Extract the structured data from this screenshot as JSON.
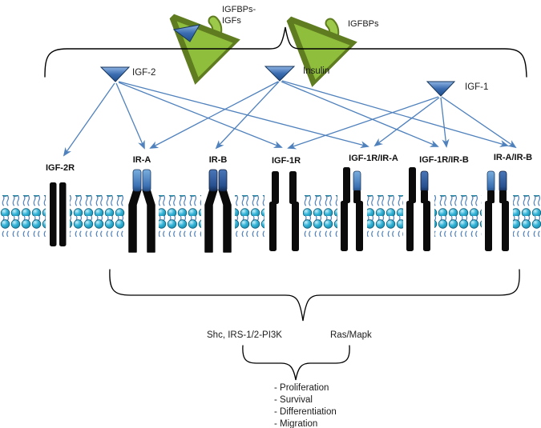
{
  "top_icons": {
    "bound_complex_label_line1": "IGFBPs-",
    "bound_complex_label_line2": "IGFs",
    "free_label": "IGFBPs"
  },
  "ligands": [
    {
      "label": "IGF-2"
    },
    {
      "label": "Insulin"
    },
    {
      "label": "IGF-1"
    }
  ],
  "receptors": [
    {
      "label": "IGF-2R"
    },
    {
      "label": "IR-A"
    },
    {
      "label": "IR-B"
    },
    {
      "label": "IGF-1R"
    },
    {
      "label": "IGF-1R/IR-A"
    },
    {
      "label": "IGF-1R/IR-B"
    },
    {
      "label": "IR-A/IR-B"
    }
  ],
  "interactions": [
    {
      "from": "IGF-2",
      "to": "IGF-2R"
    },
    {
      "from": "IGF-2",
      "to": "IR-A"
    },
    {
      "from": "IGF-2",
      "to": "IGF-1R"
    },
    {
      "from": "IGF-2",
      "to": "IGF-1R/IR-A"
    },
    {
      "from": "Insulin",
      "to": "IR-A"
    },
    {
      "from": "Insulin",
      "to": "IR-B"
    },
    {
      "from": "Insulin",
      "to": "IGF-1R/IR-B"
    },
    {
      "from": "Insulin",
      "to": "IR-A/IR-B"
    },
    {
      "from": "IGF-1",
      "to": "IGF-1R"
    },
    {
      "from": "IGF-1",
      "to": "IGF-1R/IR-A"
    },
    {
      "from": "IGF-1",
      "to": "IGF-1R/IR-B"
    },
    {
      "from": "IGF-1",
      "to": "IR-A/IR-B"
    }
  ],
  "signaling": {
    "adaptors": "Shc, IRS-1/2-PI3K",
    "cascade": "Ras/Mapk"
  },
  "outcomes": [
    "- Proliferation",
    "- Survival",
    "- Differentiation",
    "- Migration"
  ],
  "colors": {
    "arrow_blue": "#4f81bd",
    "ligand_blue": "#2f5f9e",
    "green_arrow": "#8fbe3c",
    "membrane_teal": "#2fb0d4",
    "receptor_black": "#0b0b0b",
    "cap_light_blue": "#5b9bd5",
    "cap_dark_blue": "#1f3f77"
  }
}
